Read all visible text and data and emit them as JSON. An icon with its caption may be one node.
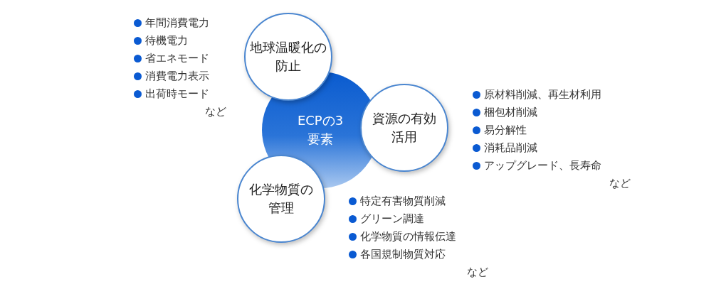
{
  "diagram": {
    "nodes": [
      {
        "text": [
          "ECPの3要素"
        ]
      },
      {
        "text": [
          "地球温暖化の防止"
        ],
        "beside": [
          "年間消費電力",
          "待機電力",
          "省エネモード",
          "消費電力表示",
          "出荷時モード",
          "など"
        ]
      },
      {
        "text": [
          "資源の有効活用"
        ],
        "beside": [
          "原材料削減、再生材利用",
          "梱包材削減",
          "易分解性",
          "消耗品削減",
          "アップグレード、長寿命",
          "など"
        ]
      },
      {
        "text": [
          "化学物質の管理"
        ],
        "beside": [
          "特定有害物質削減",
          "グリーン調達",
          "化学物質の情報伝達",
          "各国規制物質対応",
          "など"
        ]
      }
    ]
  }
}
